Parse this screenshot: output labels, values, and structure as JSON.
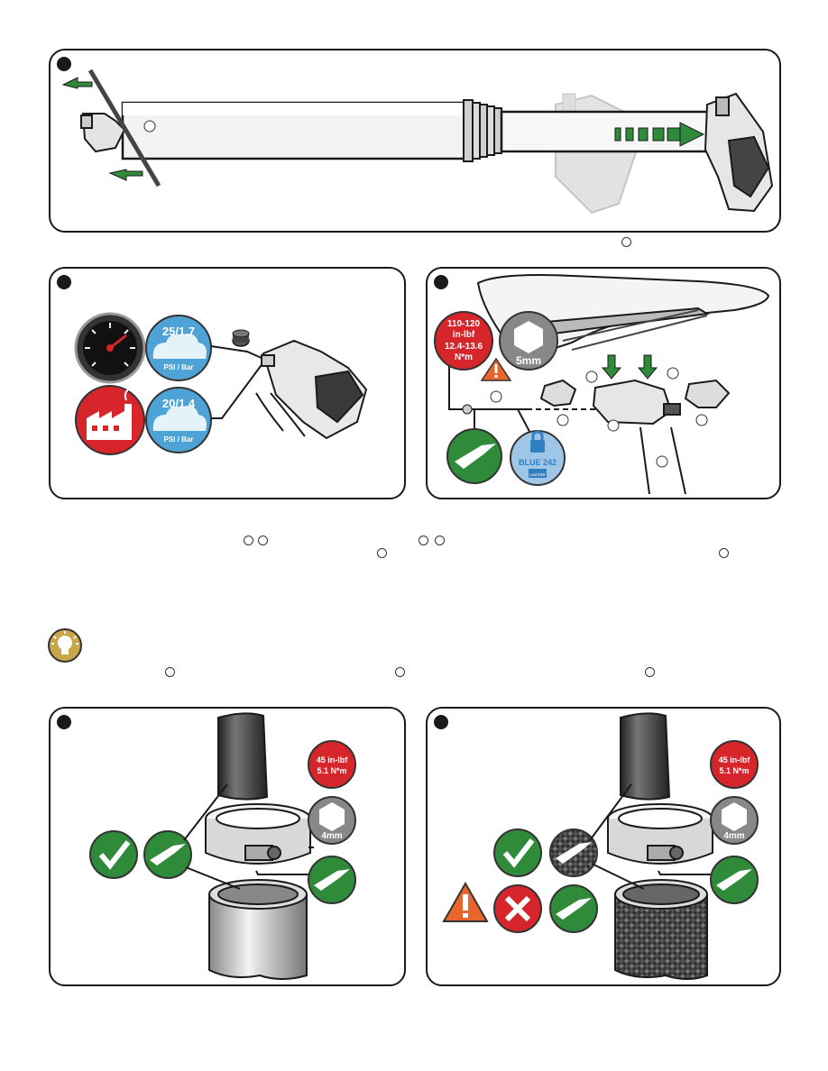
{
  "panel4": {
    "torque": {
      "line1": "110-120",
      "line2": "in-lbf",
      "line3": "12.4-13.6",
      "line4": "N*m"
    },
    "tool": "5mm",
    "threadlocker": {
      "line1": "BLUE 242",
      "line2": "LOCTITE"
    }
  },
  "panel3": {
    "pressure_cold": "25/1.7",
    "pressure_warm": "20/1.4",
    "unit": "PSI / Bar"
  },
  "panel5": {
    "torque": {
      "line1": "45 in-lbf",
      "line2": "5.1 N*m"
    },
    "tool": "4mm"
  },
  "panel6": {
    "torque": {
      "line1": "45 in-lbf",
      "line2": "5.1 N*m"
    },
    "tool": "4mm"
  },
  "colors": {
    "accent_green": "#2f8a3a",
    "accent_red": "#d7262b",
    "cloud_blue": "#4ea3d6",
    "lock_blue": "#2f7fc1",
    "tip_gold": "#c9a64a"
  },
  "icons": [
    "gauge-icon",
    "factory-icon",
    "cloud-icon",
    "hex-key-icon",
    "grease-icon",
    "lock-icon",
    "warning-icon",
    "checkmark-icon",
    "x-icon",
    "lightbulb-icon",
    "arrow-icon"
  ]
}
